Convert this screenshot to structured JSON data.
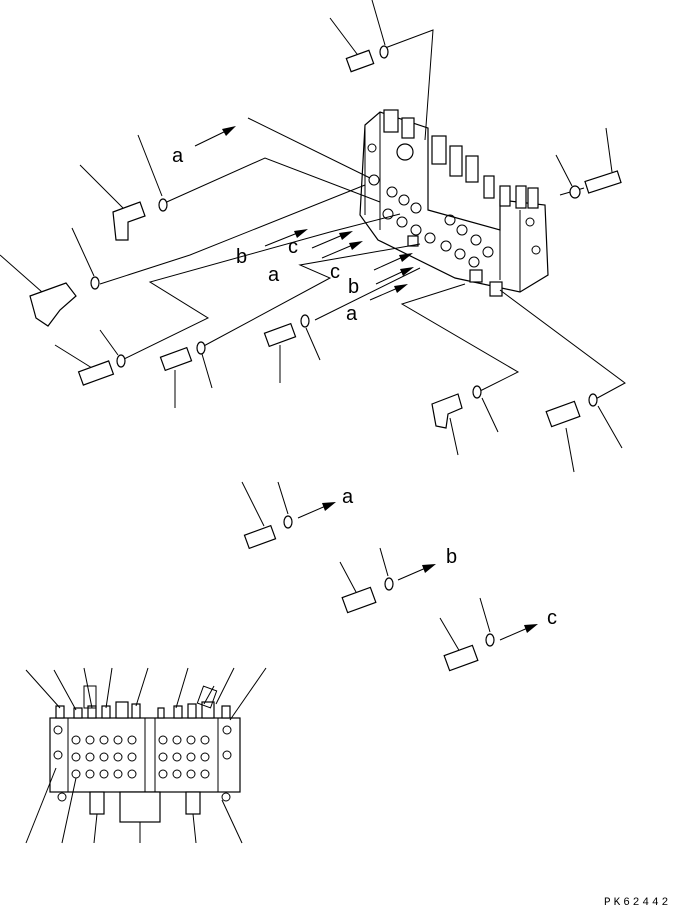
{
  "drawing_code": "PK62442",
  "port_labels": {
    "a": "a",
    "b": "b",
    "c": "c"
  }
}
